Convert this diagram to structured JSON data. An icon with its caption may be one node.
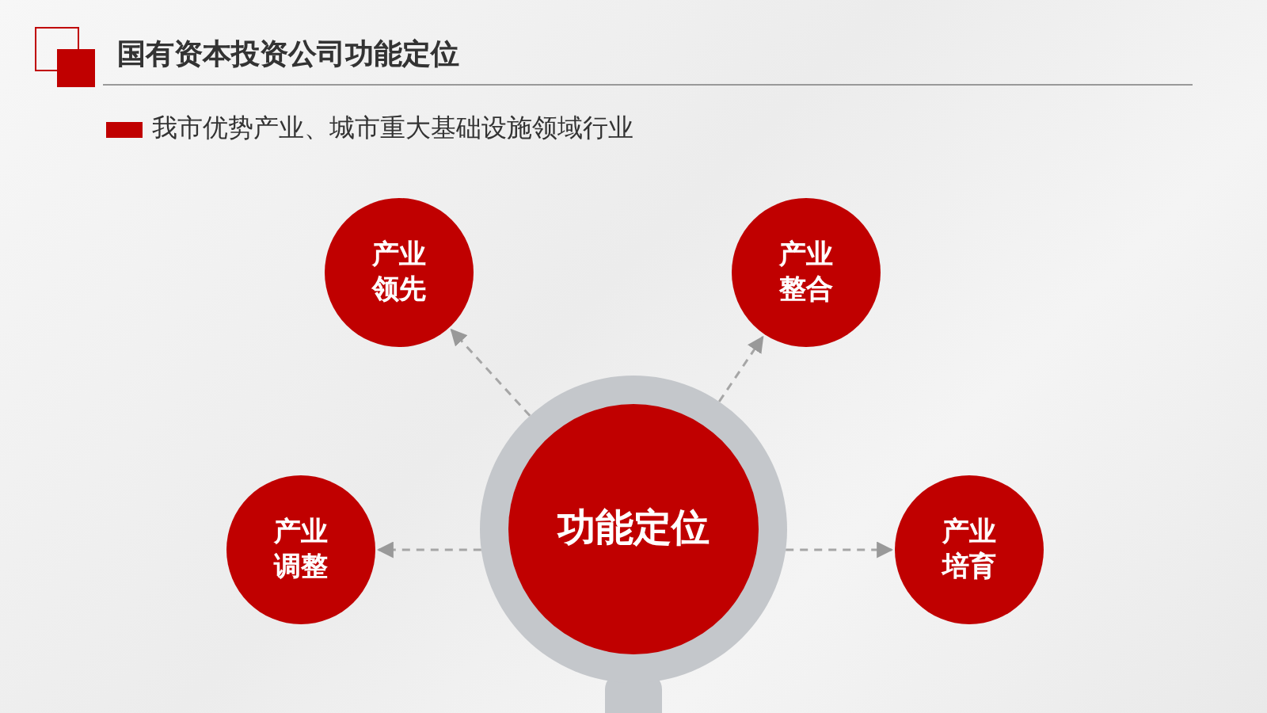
{
  "diagram": {
    "title": "国有资本投资公司功能定位",
    "nodes": [
      {
        "text": [
          "产业领先"
        ]
      },
      {
        "text": [
          "产业整合"
        ]
      },
      {
        "text": [
          "功能定位"
        ]
      },
      {
        "text": [
          "产业调整"
        ]
      },
      {
        "text": [
          "产业培育"
        ]
      }
    ],
    "edges": [
      {
        "from": 2,
        "to": 0,
        "arrow": "to",
        "style": "dashed"
      },
      {
        "from": 2,
        "to": 1,
        "arrow": "to",
        "style": "dashed"
      },
      {
        "from": 2,
        "to": 3,
        "arrow": "to",
        "style": "dashed"
      },
      {
        "from": 2,
        "to": 4,
        "arrow": "to",
        "style": "dashed"
      }
    ],
    "labels": [
      "我市优势产业、城市重大基础设施领域行业"
    ]
  }
}
